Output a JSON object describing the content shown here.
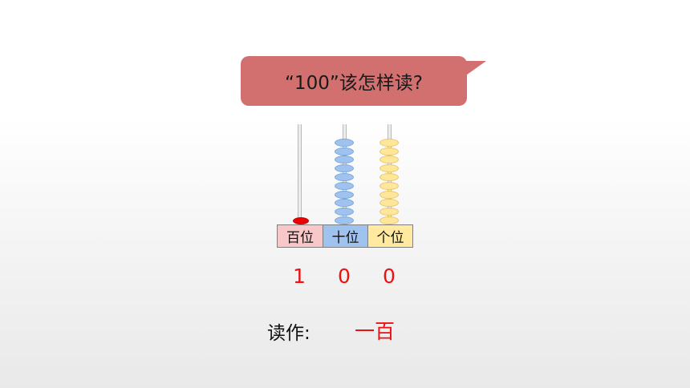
{
  "bubble": {
    "question": "“100”该怎样读?"
  },
  "abacus": {
    "hundreds_beads": 1,
    "tens_beads": 10,
    "ones_beads": 10,
    "colors": {
      "hundreds_bead": "#ee0000",
      "tens_bead": "#9fc3ee",
      "ones_bead": "#ffe699",
      "hundreds_cell": "#f8c7c7",
      "tens_cell": "#9fc3ee",
      "ones_cell": "#ffeaa0"
    }
  },
  "places": {
    "hundreds": "百位",
    "tens": "十位",
    "ones": "个位"
  },
  "digits": [
    "1",
    "0",
    "0"
  ],
  "reading": {
    "label": "读作:",
    "value": "一百"
  }
}
